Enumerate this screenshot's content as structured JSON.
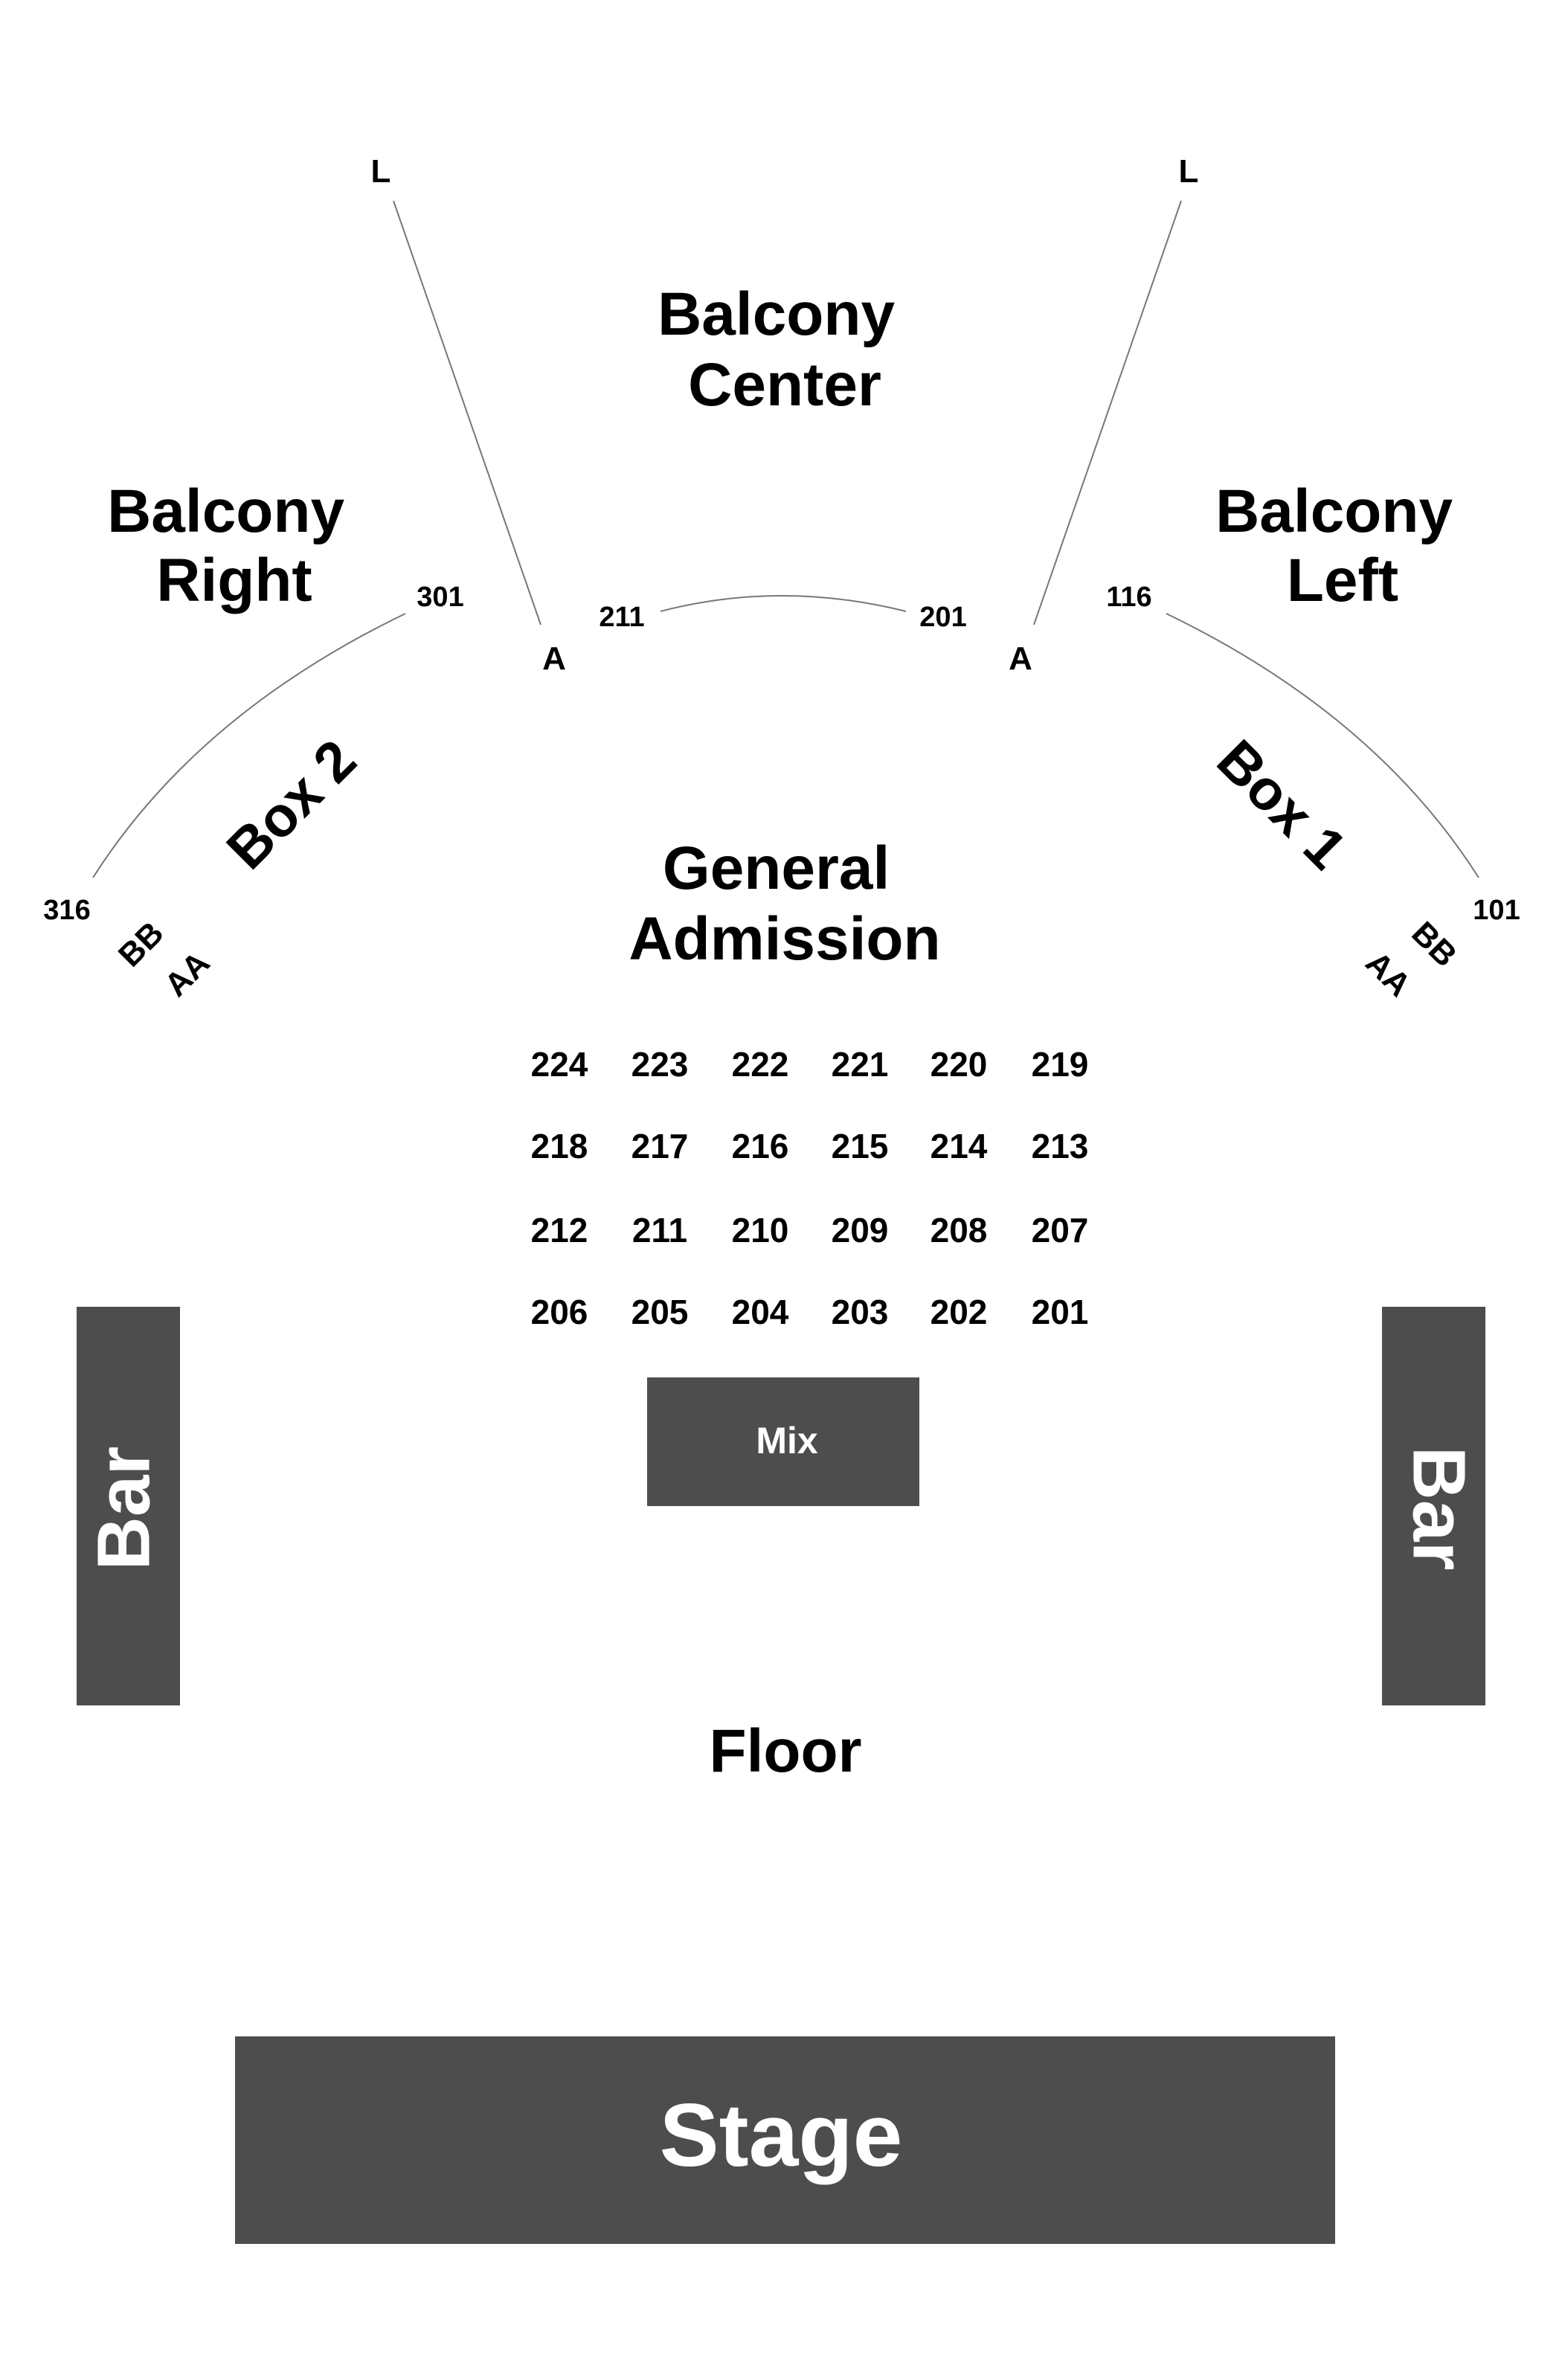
{
  "sections": {
    "balcony_center": [
      "Balcony",
      "Center"
    ],
    "balcony_right": [
      "Balcony",
      "Right"
    ],
    "balcony_left": [
      "Balcony",
      "Left"
    ],
    "general_admission": [
      "General",
      "Admission"
    ],
    "floor": "Floor",
    "box_2": "Box 2",
    "box_1": "Box 1"
  },
  "row_labels": {
    "left_top": "L",
    "right_top": "L",
    "left_bottom": "A",
    "right_bottom": "A",
    "left_box_outer": "BB",
    "left_box_inner": "AA",
    "right_box_outer": "BB",
    "right_box_inner": "AA"
  },
  "seat_labels": {
    "balcony_right_start": "301",
    "balcony_right_end": "316",
    "balcony_center_left": "211",
    "balcony_center_right": "201",
    "balcony_left_start": "116",
    "balcony_left_end": "101"
  },
  "ga_grid": [
    [
      "224",
      "223",
      "222",
      "221",
      "220",
      "219"
    ],
    [
      "218",
      "217",
      "216",
      "215",
      "214",
      "213"
    ],
    [
      "212",
      "211",
      "210",
      "209",
      "208",
      "207"
    ],
    [
      "206",
      "205",
      "204",
      "203",
      "202",
      "201"
    ]
  ],
  "fixtures": {
    "mix": "Mix",
    "bar_left": "Bar",
    "bar_right": "Bar",
    "stage": "Stage"
  },
  "colors": {
    "block": "#4d4d4d",
    "block_text": "#ffffff",
    "text": "#000000",
    "guide_line": "#777777"
  }
}
